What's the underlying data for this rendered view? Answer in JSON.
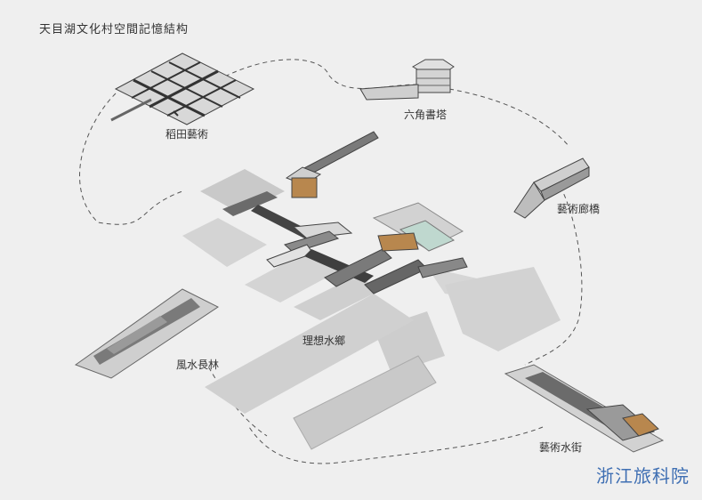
{
  "title": "天目湖文化村空間記憶結构",
  "labels": {
    "rice_field_art": "稻田藝術",
    "hexagonal_book_tower": "六角書塔",
    "art_corridor_bridge": "藝術廊橋",
    "ideal_water_village": "理想水鄉",
    "fengshui_forest": "風水長林",
    "art_water_street": "藝術水街"
  },
  "watermark": "浙江旅科院",
  "colors": {
    "background": "#efefef",
    "ground_plane": "#c9c9c9",
    "building_dark": "#5a5a5a",
    "accent_wood": "#b8874e",
    "water": "#bfd8cf",
    "dashed_path": "#555555",
    "watermark": "#3f6fb3"
  }
}
